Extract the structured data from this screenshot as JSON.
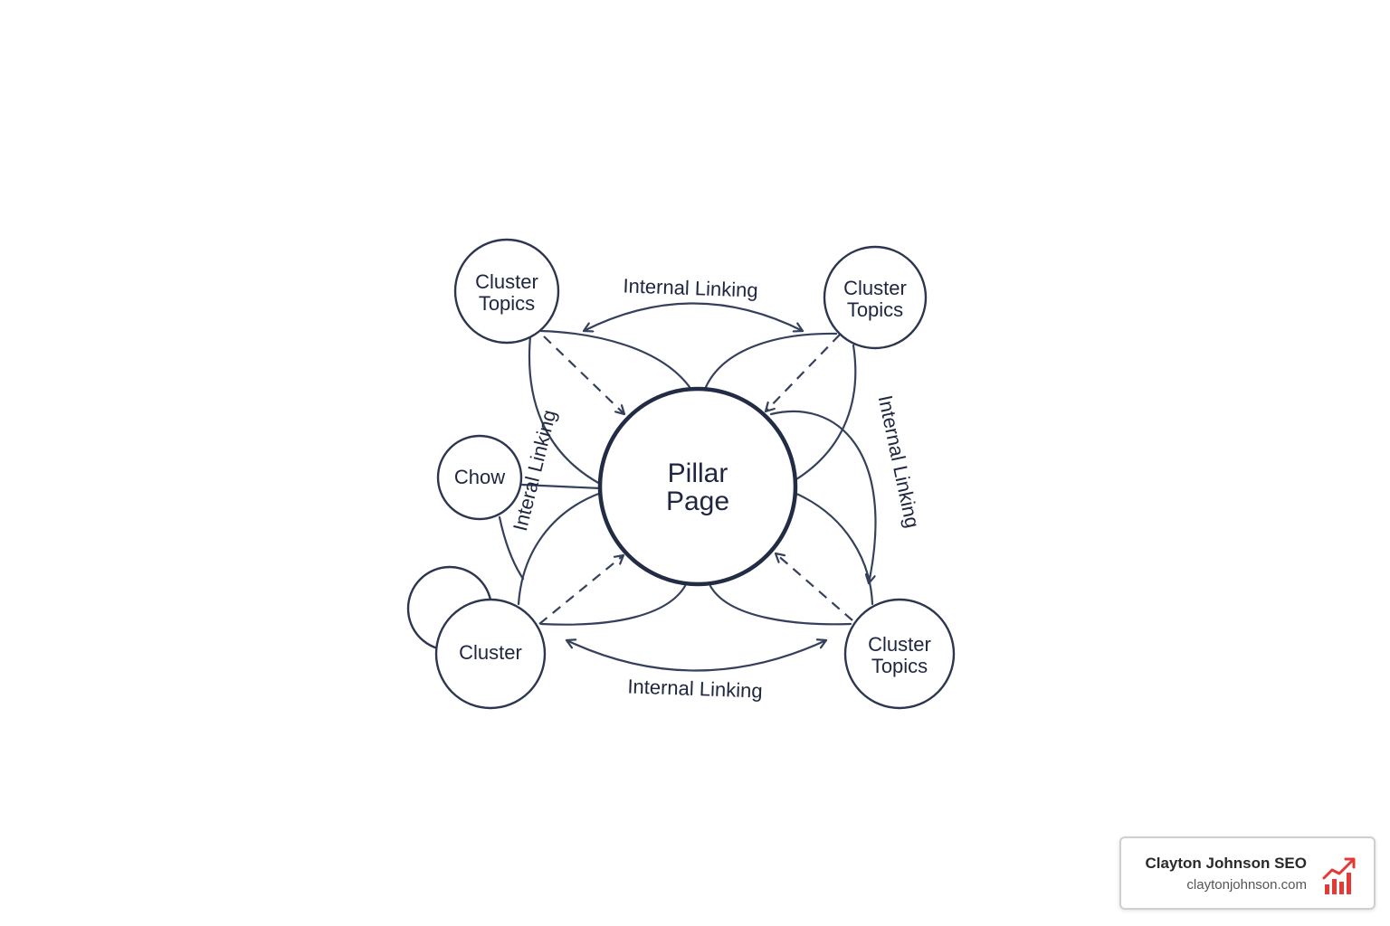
{
  "diagram": {
    "pillar": {
      "line1": "Pillar",
      "line2": "Page"
    },
    "nodes": {
      "top_left": {
        "line1": "Cluster",
        "line2": "Topics"
      },
      "top_right": {
        "line1": "Cluster",
        "line2": "Topics"
      },
      "bottom_right": {
        "line1": "Cluster",
        "line2": "Topics"
      },
      "bottom_left": {
        "line1": "Cluster"
      },
      "small_left": {
        "line1": "Chow"
      }
    },
    "edge_labels": {
      "top": "Internal Linking",
      "bottom": "Internal Linking",
      "left": "Interal Linking",
      "right": "Internal Linking"
    }
  },
  "brand": {
    "name": "Clayton Johnson SEO",
    "url": "claytonjohnson.com",
    "icon": "bar-chart-growth-icon",
    "accent_color": "#e53935"
  }
}
